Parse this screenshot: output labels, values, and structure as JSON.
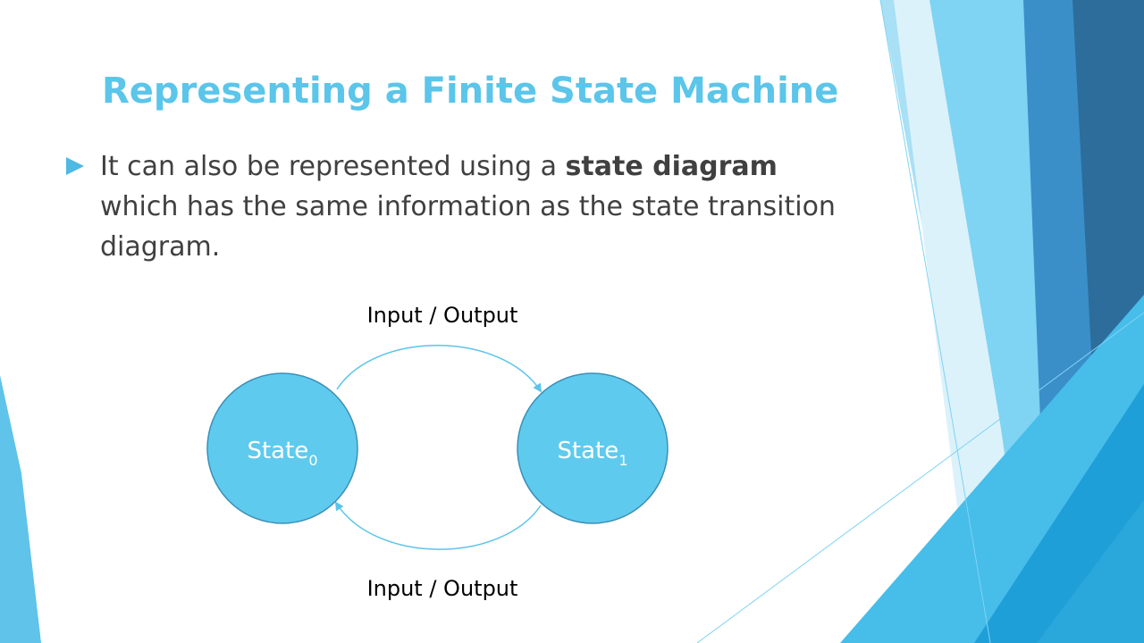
{
  "slide": {
    "title": "Representing a Finite State Machine",
    "bullets": [
      {
        "text_before": "It can also be represented using a ",
        "bold_text": "state diagram",
        "text_after": " which has the same information as the state transition diagram."
      }
    ]
  },
  "diagram": {
    "states": [
      {
        "label": "State",
        "subscript": "0"
      },
      {
        "label": "State",
        "subscript": "1"
      }
    ],
    "transitions": [
      {
        "from": 0,
        "to": 1,
        "label": "Input / Output",
        "placement": "top"
      },
      {
        "from": 1,
        "to": 0,
        "label": "Input / Output",
        "placement": "bottom"
      }
    ]
  },
  "colors": {
    "title": "#5bc5ea",
    "bullet_text": "#404040",
    "bullet_marker": "#4fb8e3",
    "state_fill": "#5ecbee",
    "state_stroke": "#3d8fb8",
    "arrow": "#5cc4ea",
    "decor_light": "#a8e0f5",
    "decor_mid": "#4fc3ec",
    "decor_dark": "#2c6d9c"
  }
}
